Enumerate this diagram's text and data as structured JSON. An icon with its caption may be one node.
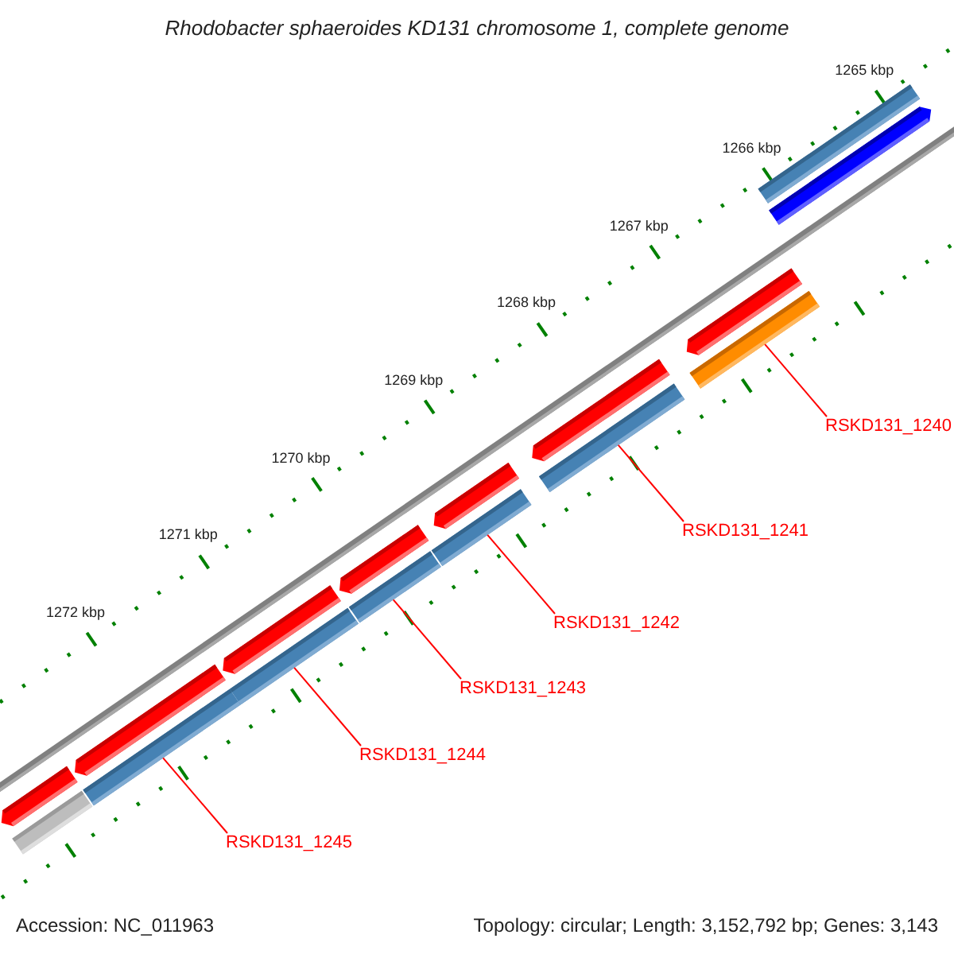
{
  "diagram": {
    "title": "Rhodobacter sphaeroides KD131 chromosome 1, complete genome",
    "nodes": [
      {
        "text": [
          "RSKD131_1240"
        ]
      },
      {
        "text": [
          "RSKD131_1241"
        ]
      },
      {
        "text": [
          "RSKD131_1242"
        ]
      },
      {
        "text": [
          "RSKD131_1243"
        ]
      },
      {
        "text": [
          "RSKD131_1244"
        ]
      },
      {
        "text": [
          "RSKD131_1245"
        ]
      },
      {
        "text": [],
        "shape": "bar"
      },
      {
        "text": [],
        "shape": "bar"
      },
      {
        "text": [],
        "shape": "bar"
      },
      {
        "text": [],
        "shape": "bar"
      },
      {
        "text": [],
        "shape": "bar"
      },
      {
        "text": [],
        "shape": "bar"
      },
      {
        "text": [],
        "shape": "bar"
      },
      {
        "text": [],
        "shape": "bar"
      },
      {
        "text": [],
        "shape": "bar"
      },
      {
        "text": [],
        "shape": "bar"
      },
      {
        "text": [],
        "shape": "bar"
      },
      {
        "text": [],
        "shape": "bar"
      },
      {
        "text": [],
        "shape": "bar"
      },
      {
        "text": [],
        "shape": "bar"
      },
      {
        "text": [],
        "shape": "bar"
      },
      {
        "text": [],
        "shape": "bar"
      }
    ],
    "edges": [
      {
        "from": 0,
        "to": 12,
        "arrow": "none"
      },
      {
        "from": 1,
        "to": 11,
        "arrow": "none"
      },
      {
        "from": 2,
        "to": 10,
        "arrow": "none"
      },
      {
        "from": 3,
        "to": 9,
        "arrow": "none"
      },
      {
        "from": 4,
        "to": 8,
        "arrow": "none"
      },
      {
        "from": 5,
        "to": 7,
        "arrow": "none"
      }
    ],
    "labels": [
      "1265 kbp",
      "1266 kbp",
      "1267 kbp",
      "1268 kbp",
      "1269 kbp",
      "1270 kbp",
      "1271 kbp",
      "1272 kbp",
      "Accession: NC_011963",
      "Topology: circular; Length: 3,152,792 bp; Genes: 3,143"
    ]
  }
}
